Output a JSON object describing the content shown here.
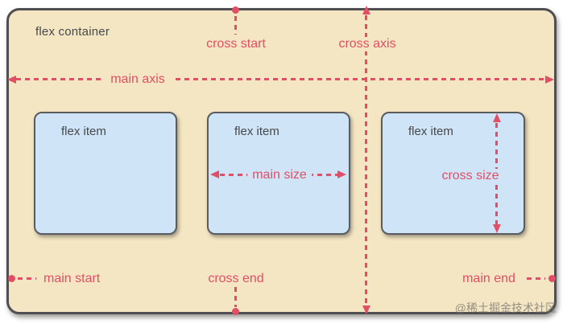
{
  "meta": {
    "description": "CSS flexbox terminology diagram"
  },
  "colors": {
    "canvas": "#ffffff",
    "container_fill": "#f4e6c2",
    "container_border": "#4f4f52",
    "item_fill": "#cfe5f7",
    "item_border": "#5a5b5e",
    "accent_pink": "#e04f66",
    "text_dark": "#45474a",
    "watermark_gray": "#78766e"
  },
  "container": {
    "label": "flex container"
  },
  "items": [
    {
      "label": "flex item"
    },
    {
      "label": "flex item"
    },
    {
      "label": "flex item"
    }
  ],
  "axes": {
    "main_axis": "main axis",
    "cross_axis": "cross axis",
    "main_start": "main start",
    "main_end": "main end",
    "cross_start": "cross start",
    "cross_end": "cross end",
    "main_size": "main size",
    "cross_size": "cross size"
  },
  "watermark": "@稀土掘金技术社区"
}
